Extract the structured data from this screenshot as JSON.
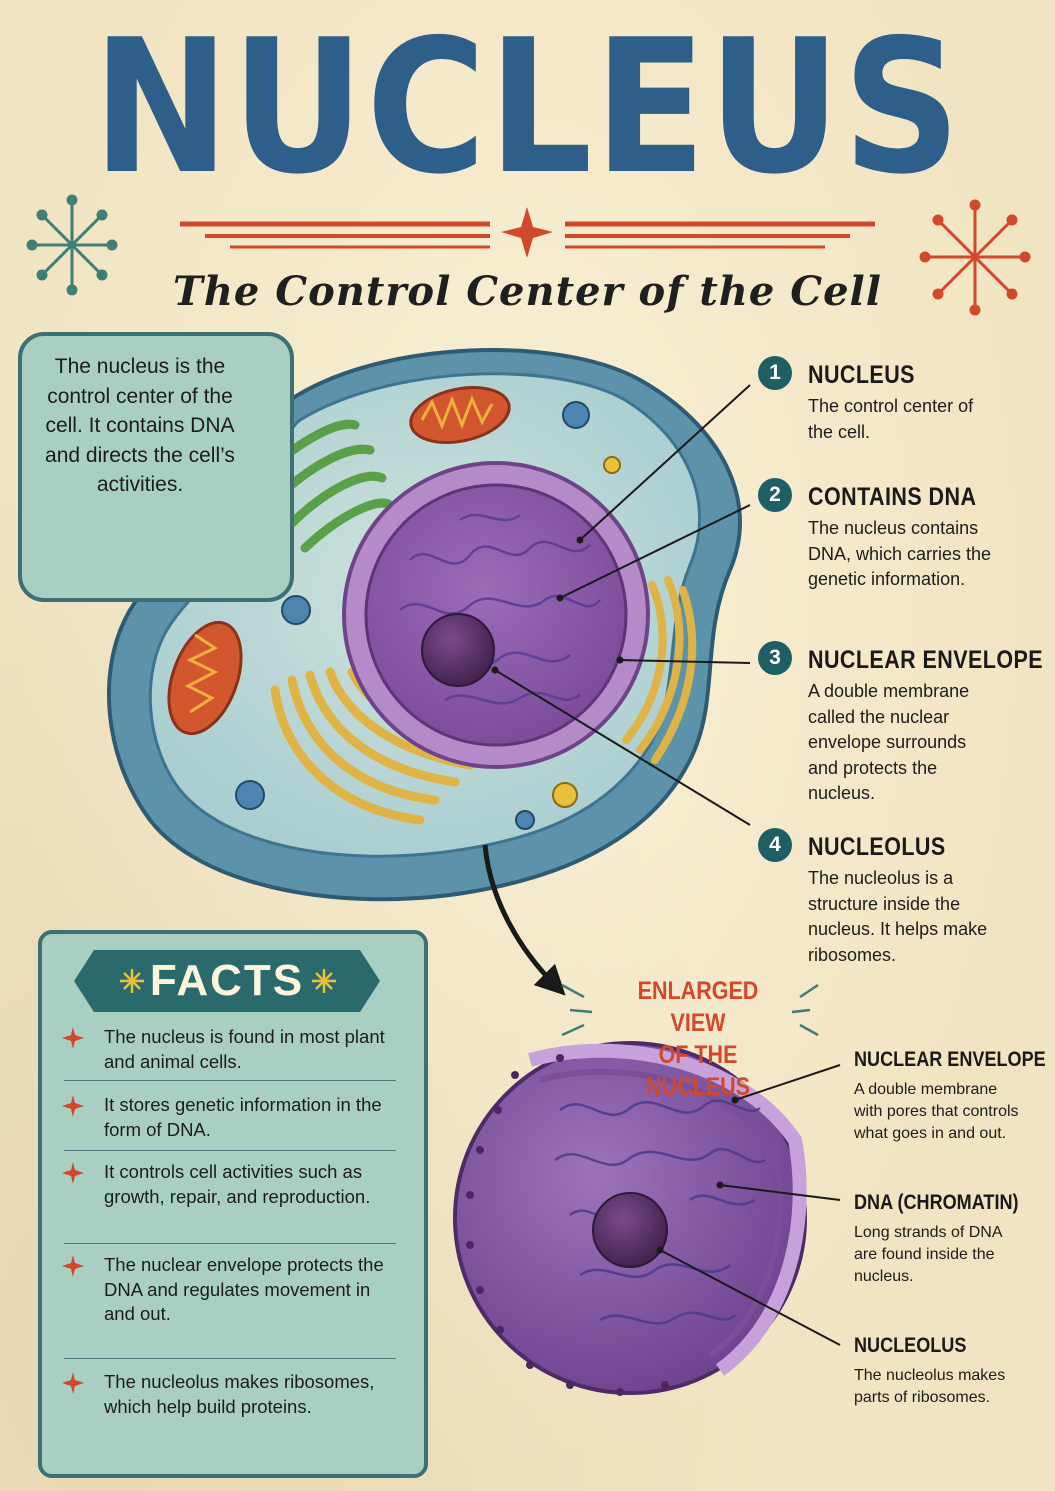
{
  "title": "NUCLEUS",
  "subtitle": "The Control Center of the Cell",
  "intro": "The nucleus is the control center of the cell. It contains DNA and directs the cell’s activities.",
  "callouts": [
    {
      "num": "1",
      "heading": "NUCLEUS",
      "body": "The control center of the cell."
    },
    {
      "num": "2",
      "heading": "CONTAINS DNA",
      "body": "The nucleus contains DNA, which carries the genetic information."
    },
    {
      "num": "3",
      "heading": "NUCLEAR ENVELOPE",
      "body": "A double membrane called the nuclear envelope surrounds and protects the nucleus."
    },
    {
      "num": "4",
      "heading": "NUCLEOLUS",
      "body": "The nucleolus is a structure inside the nucleus. It helps make ribosomes."
    }
  ],
  "facts": {
    "title": "FACTS",
    "items": [
      "The nucleus is found in most plant and animal cells.",
      "It stores genetic information in the form of DNA.",
      "It controls cell activities such as growth, repair, and reproduction.",
      "The nuclear envelope protects the DNA and regulates movement in and out.",
      "The nucleolus makes ribosomes, which help build proteins."
    ]
  },
  "enlarged_view": {
    "label_line1": "ENLARGED VIEW",
    "label_line2": "OF THE NUCLEUS",
    "callouts": [
      {
        "heading": "NUCLEAR ENVELOPE",
        "body": "A double membrane with pores that controls what goes in and out."
      },
      {
        "heading": "DNA (CHROMATIN)",
        "body": "Long strands of DNA are found inside the nucleus."
      },
      {
        "heading": "NUCLEOLUS",
        "body": "The nucleolus makes parts of ribosomes."
      }
    ]
  },
  "colors": {
    "title_blue": "#2e5f8a",
    "accent_red": "#d2482a",
    "teal_box": "#a9cfc3",
    "teal_border": "#3e6f72",
    "nucleus_purple": "#8a5aa8",
    "cell_blue": "#5c93ab"
  }
}
